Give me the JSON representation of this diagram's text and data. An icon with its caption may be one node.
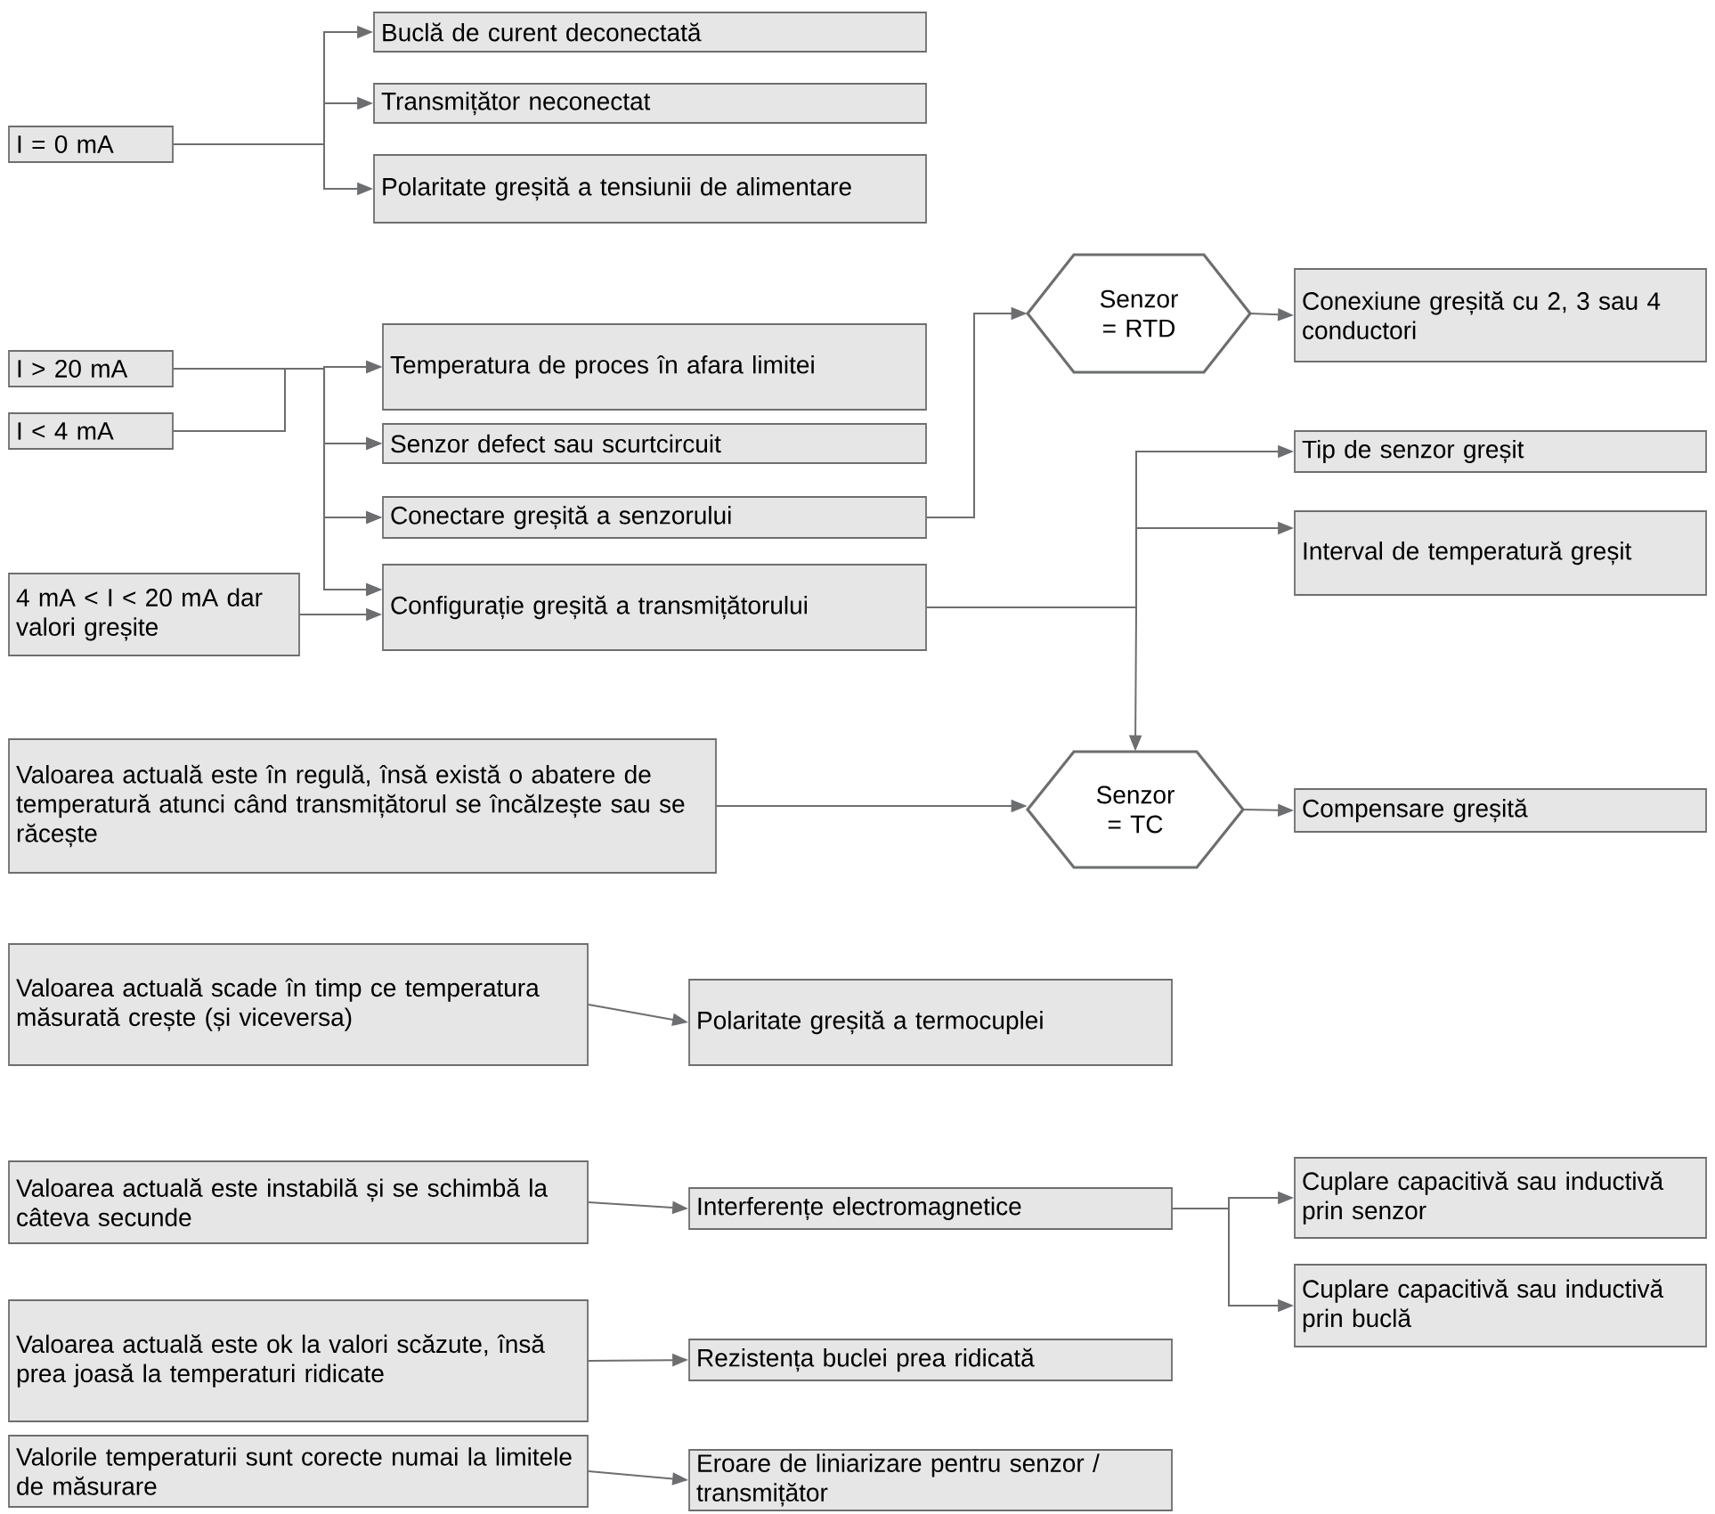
{
  "diagram": {
    "nodes": [
      {
        "text": [
          "I = 0 mA"
        ]
      },
      {
        "text": [
          "Buclă de curent deconectată"
        ]
      },
      {
        "text": [
          "Transmițător neconectat"
        ]
      },
      {
        "text": [
          "Polaritate greșită a tensiunii de alimentare"
        ]
      },
      {
        "text": [
          "I > 20 mA"
        ]
      },
      {
        "text": [
          "I < 4 mA"
        ]
      },
      {
        "text": [
          "4 mA < I < 20 mA dar valori greșite"
        ]
      },
      {
        "text": [
          "Temperatura de proces în afara limitei"
        ]
      },
      {
        "text": [
          "Senzor defect sau scurtcircuit"
        ]
      },
      {
        "text": [
          "Conectare greșită a senzorului"
        ]
      },
      {
        "text": [
          "Configurație greșită a transmițătorului"
        ]
      },
      {
        "text": [
          "Senzor = RTD"
        ]
      },
      {
        "text": [
          "Conexiune greșită cu 2, 3 sau 4 conductori"
        ]
      },
      {
        "text": [
          "Tip de senzor greșit"
        ]
      },
      {
        "text": [
          "Interval de temperatură greșit"
        ]
      },
      {
        "text": [
          "Valoarea actuală este în regulă, însă există o abatere de temperatură atunci când transmițătorul se încălzește sau se răcește"
        ]
      },
      {
        "text": [
          "Senzor = TC"
        ]
      },
      {
        "text": [
          "Compensare greșită"
        ]
      },
      {
        "text": [
          "Valoarea actuală scade în timp ce temperatura măsurată crește (și viceversa)"
        ]
      },
      {
        "text": [
          "Polaritate greșită a termocuplei"
        ]
      },
      {
        "text": [
          "Valoarea actuală este instabilă și se schimbă la câteva secunde"
        ]
      },
      {
        "text": [
          "Interferențe electromagnetice"
        ]
      },
      {
        "text": [
          "Cuplare capacitivă sau inductivă prin senzor"
        ]
      },
      {
        "text": [
          "Cuplare capacitivă sau inductivă prin buclă"
        ]
      },
      {
        "text": [
          "Valoarea actuală este ok la valori scăzute, însă prea joasă la temperaturi ridicate"
        ]
      },
      {
        "text": [
          "Rezistența buclei prea ridicată"
        ]
      },
      {
        "text": [
          "Valorile temperaturii sunt corecte numai la limitele de măsurare"
        ]
      },
      {
        "text": [
          "Eroare de liniarizare pentru senzor / transmițător"
        ]
      }
    ],
    "edges": [
      {
        "from": 0,
        "to": 1,
        "arrow": "to"
      },
      {
        "from": 0,
        "to": 2,
        "arrow": "to"
      },
      {
        "from": 0,
        "to": 3,
        "arrow": "to"
      },
      {
        "from": 4,
        "to": 7,
        "arrow": "to"
      },
      {
        "from": 4,
        "to": 8,
        "arrow": "to"
      },
      {
        "from": 4,
        "to": 9,
        "arrow": "to"
      },
      {
        "from": 4,
        "to": 10,
        "arrow": "to"
      },
      {
        "from": 5,
        "to": 7,
        "arrow": "to"
      },
      {
        "from": 5,
        "to": 8,
        "arrow": "to"
      },
      {
        "from": 5,
        "to": 9,
        "arrow": "to"
      },
      {
        "from": 5,
        "to": 10,
        "arrow": "to"
      },
      {
        "from": 6,
        "to": 10,
        "arrow": "to"
      },
      {
        "from": 9,
        "to": 11,
        "arrow": "to"
      },
      {
        "from": 11,
        "to": 12,
        "arrow": "to"
      },
      {
        "from": 10,
        "to": 13,
        "arrow": "to"
      },
      {
        "from": 10,
        "to": 14,
        "arrow": "to"
      },
      {
        "from": 10,
        "to": 16,
        "arrow": "to"
      },
      {
        "from": 15,
        "to": 16,
        "arrow": "to"
      },
      {
        "from": 16,
        "to": 17,
        "arrow": "to"
      },
      {
        "from": 18,
        "to": 19,
        "arrow": "to"
      },
      {
        "from": 20,
        "to": 21,
        "arrow": "to"
      },
      {
        "from": 21,
        "to": 22,
        "arrow": "to"
      },
      {
        "from": 21,
        "to": 23,
        "arrow": "to"
      },
      {
        "from": 24,
        "to": 25,
        "arrow": "to"
      },
      {
        "from": 26,
        "to": 27,
        "arrow": "to"
      }
    ]
  }
}
